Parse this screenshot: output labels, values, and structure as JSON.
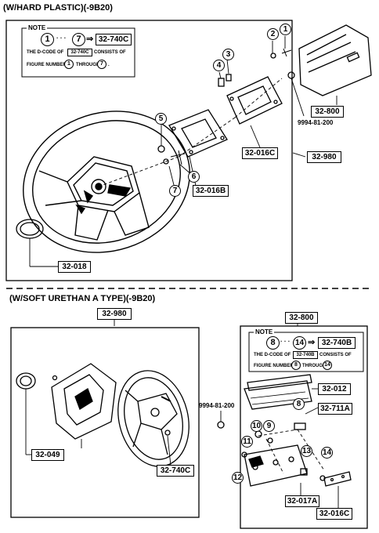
{
  "top_section": {
    "title": "(W/HARD PLASTIC)(-9B20)",
    "note": {
      "word": "NOTE",
      "first_num": "1",
      "dots": "· · ·",
      "last_num": "7",
      "arrow": "⇒",
      "code": "32-740C",
      "line1_a": "THE D-CODE OF",
      "line1_code": "32-740C",
      "line1_b": "CONSISTS OF",
      "line2_a": "FIGURE NUMBERS",
      "line2_n1": "1",
      "line2_b": "THROUGH",
      "line2_n2": "7",
      "line2_end": "."
    },
    "callouts": {
      "c1": "1",
      "c2": "2",
      "c3": "3",
      "c4": "4",
      "c5": "5",
      "c6": "6",
      "c7": "7"
    },
    "parts": {
      "p_32_800": "32-800",
      "p_bolt": "9994-81-200",
      "p_32_016C": "32-016C",
      "p_32_980": "32-980",
      "p_32_016B": "32-016B",
      "p_32_018": "32-018"
    }
  },
  "bottom_section": {
    "title": "(W/SOFT URETHAN A TYPE)(-9B20)",
    "left_parts": {
      "p_32_980": "32-980",
      "p_32_049": "32-049",
      "p_32_740C": "32-740C",
      "p_bolt": "9994-81-200"
    },
    "right": {
      "p_32_800": "32-800",
      "note": {
        "word": "NOTE",
        "first_num": "8",
        "dots": "· · ·",
        "last_num": "14",
        "arrow": "⇒",
        "code": "32-740B",
        "line1_a": "THE D-CODE OF",
        "line1_code": "32-740B",
        "line1_b": "CONSISTS OF",
        "line2_a": "FIGURE NUMBERS",
        "line2_n1": "8",
        "line2_b": "THROUGH",
        "line2_n2": "14"
      },
      "p_32_012": "32-012",
      "p_32_711A": "32-711A",
      "p_32_017A": "32-017A",
      "p_32_016C": "32-016C",
      "callouts": {
        "c8": "8",
        "c9": "9",
        "c10": "10",
        "c11": "11",
        "c12": "12",
        "c13": "13",
        "c14": "14"
      }
    }
  }
}
